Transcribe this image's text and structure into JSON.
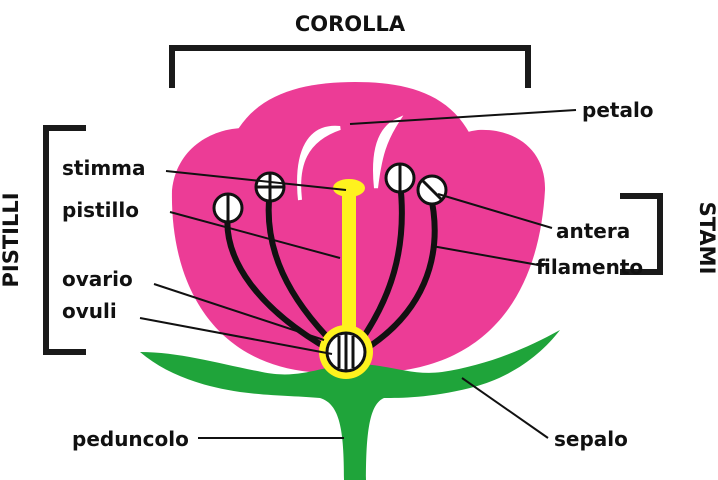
{
  "groups": {
    "corolla": "COROLLA",
    "pistilli": "PISTILLI",
    "stami": "STAMI"
  },
  "labels": {
    "petalo": "petalo",
    "stimma": "stimma",
    "pistillo": "pistillo",
    "ovario": "ovario",
    "ovuli": "ovuli",
    "antera": "antera",
    "filamento": "filamento",
    "peduncolo": "peduncolo",
    "sepalo": "sepalo"
  },
  "colors": {
    "petal": "#ec3c96",
    "sepal": "#1fa43a",
    "pistil": "#fff21e",
    "outline": "#111111"
  }
}
